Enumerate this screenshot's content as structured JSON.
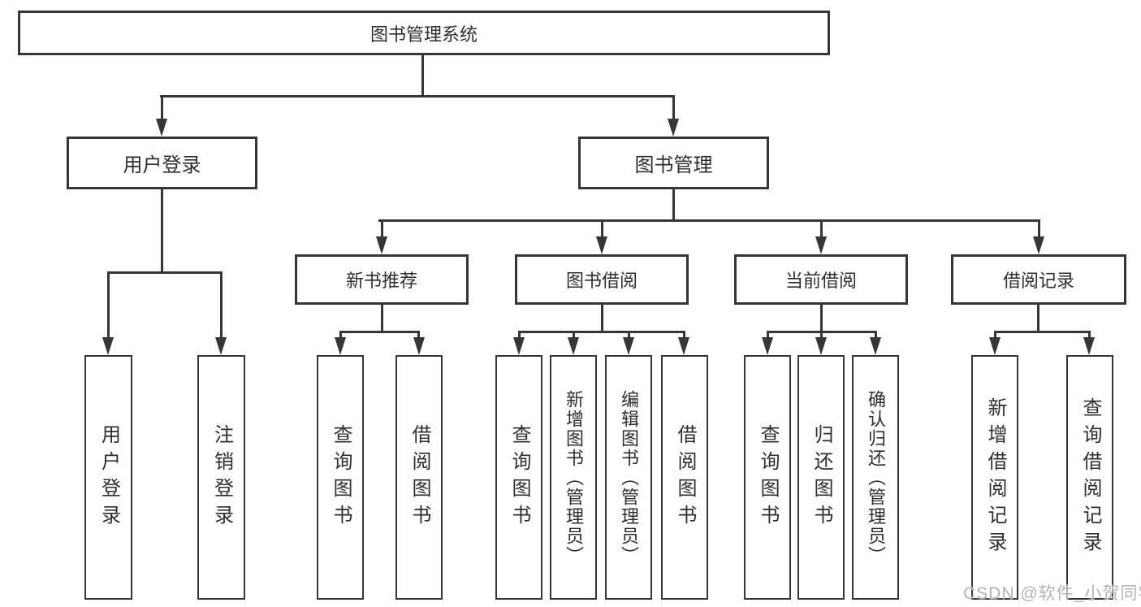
{
  "diagram": {
    "type": "tree-diagram",
    "root": {
      "label": "图书管理系统"
    },
    "level2": [
      {
        "label": "用户登录"
      },
      {
        "label": "图书管理"
      }
    ],
    "level3": [
      {
        "label": "新书推荐",
        "parent": "图书管理"
      },
      {
        "label": "图书借阅",
        "parent": "图书管理"
      },
      {
        "label": "当前借阅",
        "parent": "图书管理"
      },
      {
        "label": "借阅记录",
        "parent": "图书管理"
      }
    ],
    "leaves": [
      {
        "label": "用户登录",
        "parent": "用户登录"
      },
      {
        "label": "注销登录",
        "parent": "用户登录"
      },
      {
        "label": "查询图书",
        "parent": "新书推荐"
      },
      {
        "label": "借阅图书",
        "parent": "新书推荐"
      },
      {
        "label": "查询图书",
        "parent": "图书借阅"
      },
      {
        "label": "新增图书（管理员）",
        "parent": "图书借阅"
      },
      {
        "label": "编辑图书（管理员）",
        "parent": "图书借阅"
      },
      {
        "label": "借阅图书",
        "parent": "图书借阅"
      },
      {
        "label": "查询图书",
        "parent": "当前借阅"
      },
      {
        "label": "归还图书",
        "parent": "当前借阅"
      },
      {
        "label": "确认归还（管理员）",
        "parent": "当前借阅"
      },
      {
        "label": "新增借阅记录",
        "parent": "借阅记录"
      },
      {
        "label": "查询借阅记录",
        "parent": "借阅记录"
      }
    ],
    "watermark": "CSDN @软件_小贺同学",
    "colors": {
      "line": "#363636",
      "text": "#2e2e2e",
      "watermark": "#b4b4b4",
      "background": "#ffffff"
    }
  }
}
